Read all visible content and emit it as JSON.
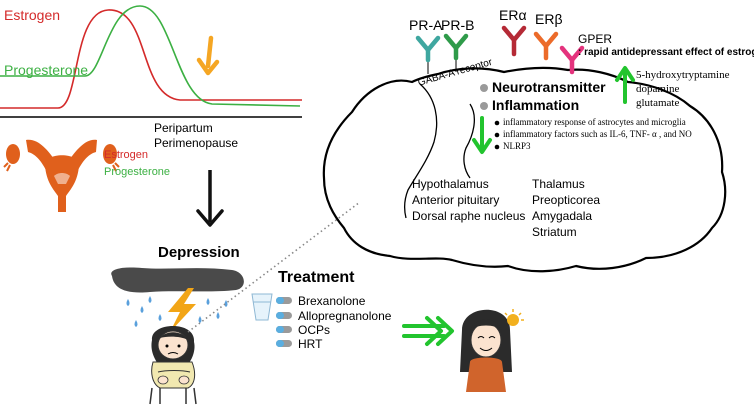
{
  "colors": {
    "estrogen": "#d42a2a",
    "progesterone": "#3cb043",
    "uterus": "#e0601c",
    "arrow_orange": "#f5a623",
    "arrow_green": "#22c42e",
    "cloud": "#4a4a4a",
    "rain": "#5aa0dc",
    "bolt": "#f2a516",
    "pr_a": "#3fa7a0",
    "pr_b": "#2f9b4a",
    "er_alpha": "#b52a36",
    "er_beta": "#ec6b2a",
    "gper": "#e4337d",
    "pill_blue": "#5aaee0",
    "pill_gray": "#9a9a9a"
  },
  "hormone_graph": {
    "estrogen_label": "Estrogen",
    "progesterone_label": "Progesterone",
    "axis_labels": [
      "Peripartum",
      "Perimenopause"
    ]
  },
  "uterus_legend": {
    "estrogen": "Estrogen",
    "progesterone": "Progesterone"
  },
  "depression_label": "Depression",
  "treatment": {
    "title": "Treatment",
    "items": [
      "Brexanolone",
      "Allopregnanolone",
      "OCPs",
      "HRT"
    ]
  },
  "receptors": [
    {
      "label": "PR-A",
      "icon": "pr-a-receptor-icon"
    },
    {
      "label": "PR-B",
      "icon": "pr-b-receptor-icon"
    },
    {
      "label": "ERα",
      "icon": "er-alpha-receptor-icon"
    },
    {
      "label": "ERβ",
      "icon": "er-beta-receptor-icon"
    },
    {
      "label": "GPER",
      "icon": "gper-receptor-icon"
    }
  ],
  "gper_note": ": rapid antidepressant effect of estrogen",
  "gaba_label": "GABA-A receptor",
  "brain": {
    "neurotransmitter": "Neurotransmitter",
    "inflammation": "Inflammation",
    "inflammation_items": [
      "inflammatory response of astrocytes and microglia",
      "inflammatory factors such as IL-6, TNF- α , and NO",
      "NLRP3"
    ],
    "neurotransmitters": [
      "5-hydroxytryptamine",
      "dopamine",
      "glutamate"
    ],
    "regions_left": [
      "Hypothalamus",
      "Anterior pituitary",
      "Dorsal raphe nucleus"
    ],
    "regions_right": [
      "Thalamus",
      "Preopticorea",
      "Amygadala",
      "Striatum"
    ]
  }
}
